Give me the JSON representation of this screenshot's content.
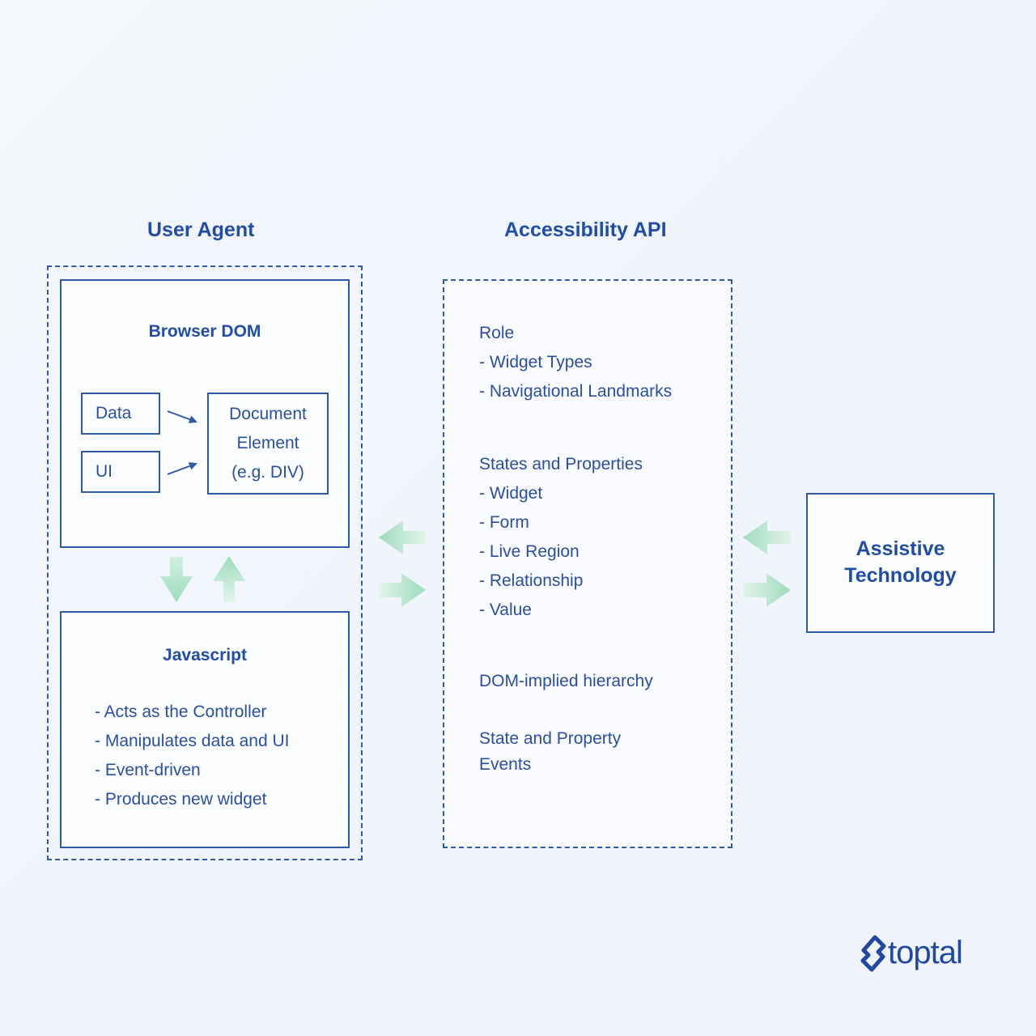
{
  "headings": {
    "user_agent": "User Agent",
    "accessibility_api": "Accessibility API"
  },
  "browser_dom": {
    "title": "Browser DOM",
    "data_box": "Data",
    "ui_box": "UI",
    "document_element": [
      "Document",
      "Element",
      "(e.g. DIV)"
    ]
  },
  "javascript": {
    "title": "Javascript",
    "items": [
      "- Acts as the Controller",
      "- Manipulates data and UI",
      "- Event-driven",
      "- Produces new widget"
    ]
  },
  "accessibility": {
    "role": [
      "Role",
      "- Widget Types",
      "- Navigational Landmarks"
    ],
    "states": [
      "States and Properties",
      "- Widget",
      "- Form",
      "- Live Region",
      "- Relationship",
      "- Value"
    ],
    "hierarchy": "DOM-implied hierarchy",
    "events": [
      "State and Property",
      "Events"
    ]
  },
  "assistive_technology": [
    "Assistive",
    "Technology"
  ],
  "logo": {
    "text": "toptal"
  },
  "colors": {
    "primary": "#2f5aa8",
    "text": "#2a4fa0",
    "arrow_green": "#9fdbbd",
    "background": "#f2f6fc"
  }
}
